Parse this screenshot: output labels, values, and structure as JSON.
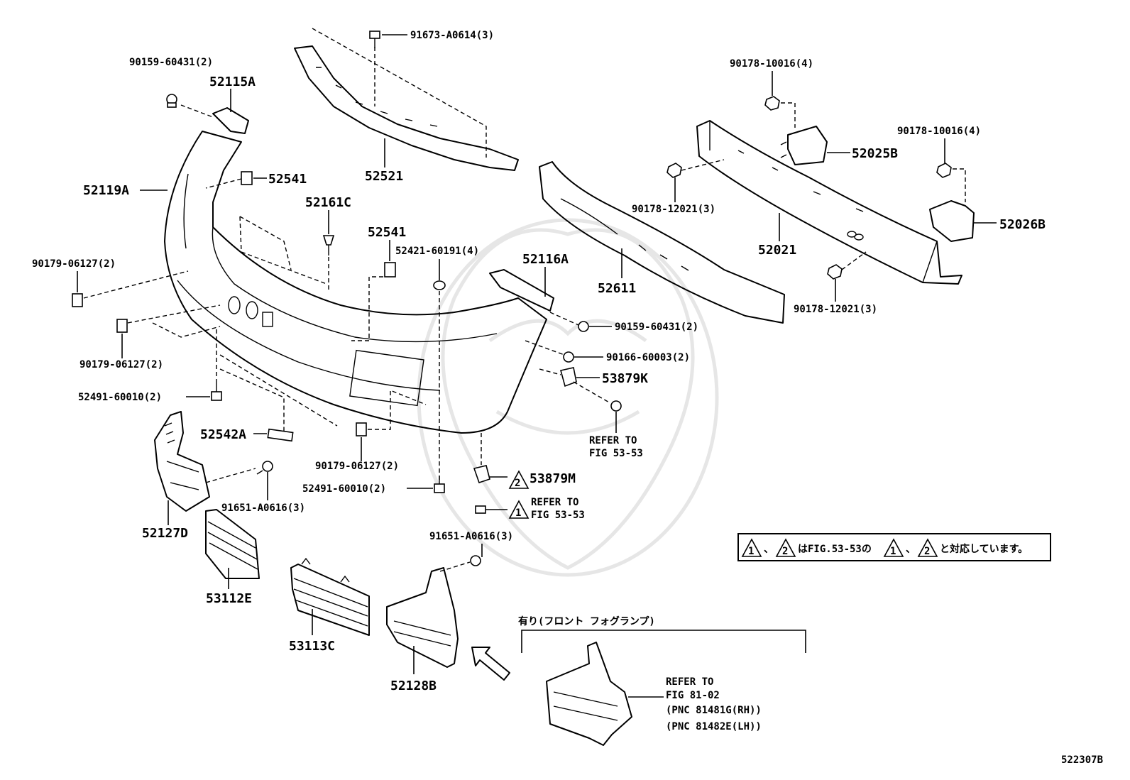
{
  "parts": {
    "p52115A": "52115A",
    "p52119A": "52119A",
    "p52541a": "52541",
    "p52521": "52521",
    "p52161C": "52161C",
    "p52541b": "52541",
    "p52116A": "52116A",
    "p52611": "52611",
    "p52021": "52021",
    "p52025B": "52025B",
    "p52026B": "52026B",
    "p53879K": "53879K",
    "p52542A": "52542A",
    "p52127D": "52127D",
    "p53112E": "53112E",
    "p53113C": "53113C",
    "p52128B": "52128B",
    "p53879M": "53879M"
  },
  "hardware": {
    "h91673": "91673-A0614(3)",
    "h90159a": "90159-60431(2)",
    "h90178_10016a": "90178-10016(4)",
    "h90178_10016b": "90178-10016(4)",
    "h90178_12021a": "90178-12021(3)",
    "h90178_12021b": "90178-12021(3)",
    "h90179a": "90179-06127(2)",
    "h90179b": "90179-06127(2)",
    "h90179c": "90179-06127(2)",
    "h52421": "52421-60191(4)",
    "h90159b": "90159-60431(2)",
    "h90166": "90166-60003(2)",
    "h52491a": "52491-60010(2)",
    "h52491b": "52491-60010(2)",
    "h91651a": "91651-A0616(3)",
    "h91651b": "91651-A0616(3)"
  },
  "refs": {
    "r1_line1": "REFER TO",
    "r1_line2": "FIG 53-53",
    "r2_line1": "REFER TO",
    "r2_line2": "FIG 53-53",
    "r3_line1": "REFER TO",
    "r3_line2": "FIG 81-02",
    "r3_line3": "(PNC 81481G(RH))",
    "r3_line4": "(PNC 81482E(LH))"
  },
  "markers": {
    "m1": "1",
    "m2": "2"
  },
  "note": {
    "a": "、",
    "b": "はFIG.53-53の",
    "c": "、",
    "d": "と対応しています。"
  },
  "fog_option": "有り(フロント フォグランプ)",
  "figure_id": "522307B"
}
